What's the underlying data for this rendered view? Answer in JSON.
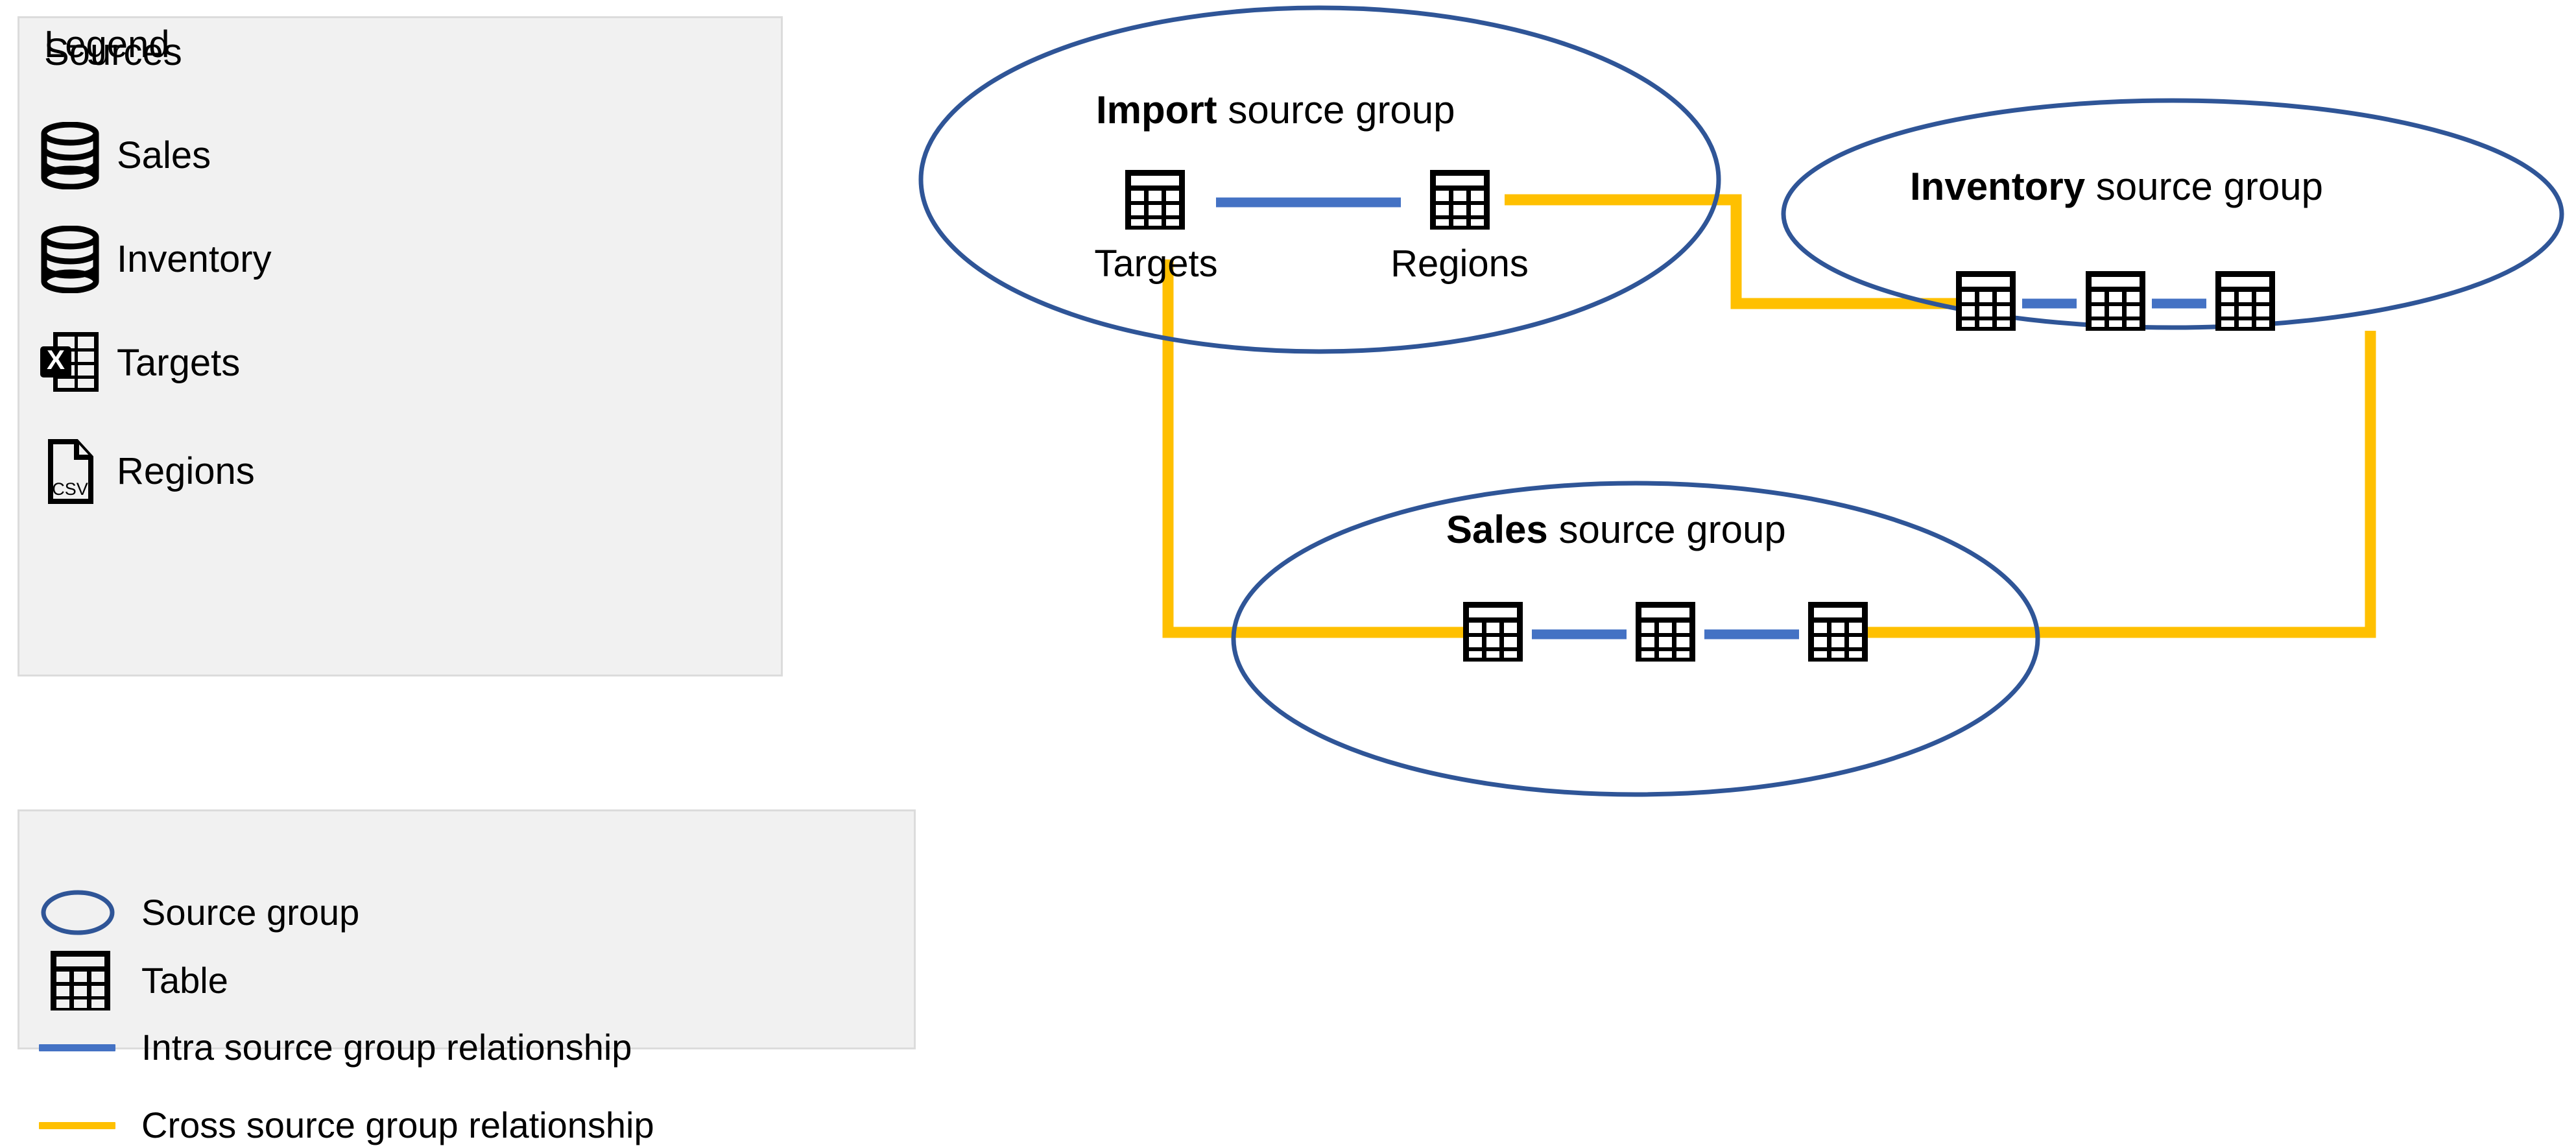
{
  "colors": {
    "intra_relationship": "#4472C4",
    "cross_relationship": "#FFC000",
    "source_group_outline": "#2F5597",
    "panel_fill": "#F1F1F1",
    "panel_border": "#DCDCDC",
    "icon_black": "#000000"
  },
  "sources_panel": {
    "title": "Sources",
    "items": [
      {
        "label": "Sales",
        "icon": "database-icon"
      },
      {
        "label": "Inventory",
        "icon": "database-icon"
      },
      {
        "label": "Targets",
        "icon": "excel-workbook-icon"
      },
      {
        "label": "Regions",
        "icon": "csv-file-icon"
      }
    ]
  },
  "legend_panel": {
    "title": "Legend",
    "items": [
      {
        "label": "Source group",
        "icon": "ellipse-outline-icon"
      },
      {
        "label": "Table",
        "icon": "table-icon"
      },
      {
        "label": "Intra source group relationship",
        "icon": "blue-line-icon"
      },
      {
        "label": "Cross source group relationship",
        "icon": "yellow-line-icon"
      }
    ]
  },
  "diagram": {
    "groups": [
      {
        "id": "import",
        "name_bold": "Import",
        "name_rest": " source group",
        "tables": [
          {
            "label": "Targets"
          },
          {
            "label": "Regions"
          }
        ]
      },
      {
        "id": "inventory",
        "name_bold": "Inventory",
        "name_rest": " source group",
        "tables": [
          {
            "label": ""
          },
          {
            "label": ""
          },
          {
            "label": ""
          }
        ]
      },
      {
        "id": "sales",
        "name_bold": "Sales",
        "name_rest": " source group",
        "tables": [
          {
            "label": ""
          },
          {
            "label": ""
          },
          {
            "label": ""
          }
        ]
      }
    ],
    "relationships": {
      "intra_count": 5,
      "cross_count": 3
    }
  }
}
